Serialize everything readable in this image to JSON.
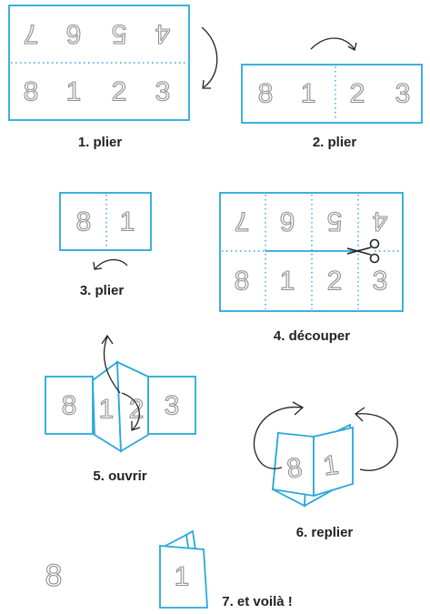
{
  "steps": [
    {
      "caption": "1. plier"
    },
    {
      "caption": "2. plier"
    },
    {
      "caption": "3. plier"
    },
    {
      "caption": "4. découper"
    },
    {
      "caption": "5. ouvrir"
    },
    {
      "caption": "6. replier"
    },
    {
      "caption": "7. et voilà !"
    }
  ],
  "digits": {
    "top_row": [
      "7",
      "6",
      "5",
      "4"
    ],
    "bottom_row": [
      "8",
      "1",
      "2",
      "3"
    ],
    "cover": "8",
    "booklet_page": "1"
  },
  "icons": [
    "scissors-icon",
    "curved-arrow-icon"
  ],
  "colors": {
    "accent": "#2aa8db",
    "text": "#222222",
    "digit_outline": "#8f8f8f"
  }
}
